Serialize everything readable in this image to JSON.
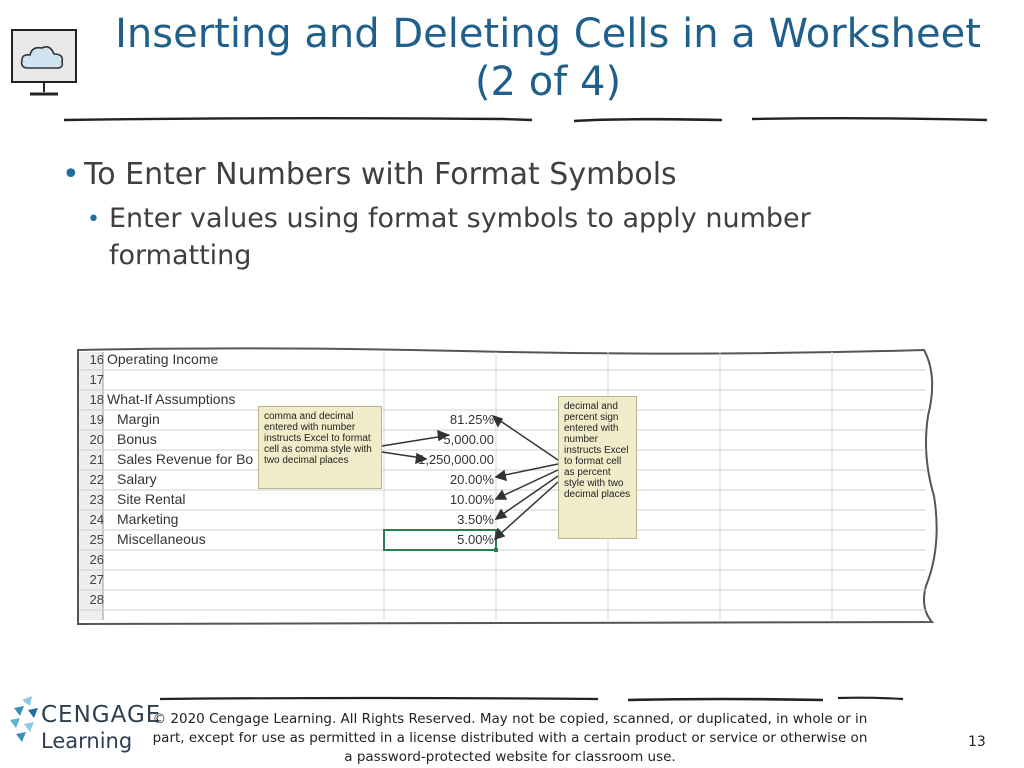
{
  "title_line1": "Inserting and Deleting Cells in a Worksheet",
  "title_line2": "(2 of 4)",
  "bullet1": "To Enter Numbers with Format Symbols",
  "bullet2": "Enter values using format symbols to apply number formatting",
  "sheet": {
    "rows": [
      {
        "num": "16",
        "label": "Operating Income",
        "value": ""
      },
      {
        "num": "17",
        "label": "",
        "value": ""
      },
      {
        "num": "18",
        "label": "What-If Assumptions",
        "value": ""
      },
      {
        "num": "19",
        "label": "Margin",
        "value": "81.25%"
      },
      {
        "num": "20",
        "label": "Bonus",
        "value": "5,000.00"
      },
      {
        "num": "21",
        "label": "Sales Revenue for Bo",
        "value": "1,250,000.00"
      },
      {
        "num": "22",
        "label": "Salary",
        "value": "20.00%"
      },
      {
        "num": "23",
        "label": "Site Rental",
        "value": "10.00%"
      },
      {
        "num": "24",
        "label": "Marketing",
        "value": "3.50%"
      },
      {
        "num": "25",
        "label": "Miscellaneous",
        "value": "5.00%"
      },
      {
        "num": "26",
        "label": "",
        "value": ""
      },
      {
        "num": "27",
        "label": "",
        "value": ""
      },
      {
        "num": "28",
        "label": "",
        "value": ""
      }
    ],
    "callout_left": "comma and decimal entered with number instructs Excel to format cell as comma style with two decimal places",
    "callout_right": "decimal and percent sign entered with number instructs Excel to format cell as percent style with two decimal places"
  },
  "logo_line1": "CENGAGE",
  "logo_line2": "Learning",
  "copyright": "© 2020 Cengage Learning. All Rights Reserved. May not be copied, scanned, or duplicated, in whole or in part, except for use as permitted in a license distributed with a certain product or service or otherwise on a password-protected website for classroom use.",
  "page_number": "13",
  "colors": {
    "title": "#1f5f8b",
    "bullet": "#1f6f9b",
    "callout_bg": "#f0ecc9"
  },
  "icons": {
    "slide_icon": "cloud-monitor-icon",
    "logo": "cengage-logo-icon"
  }
}
